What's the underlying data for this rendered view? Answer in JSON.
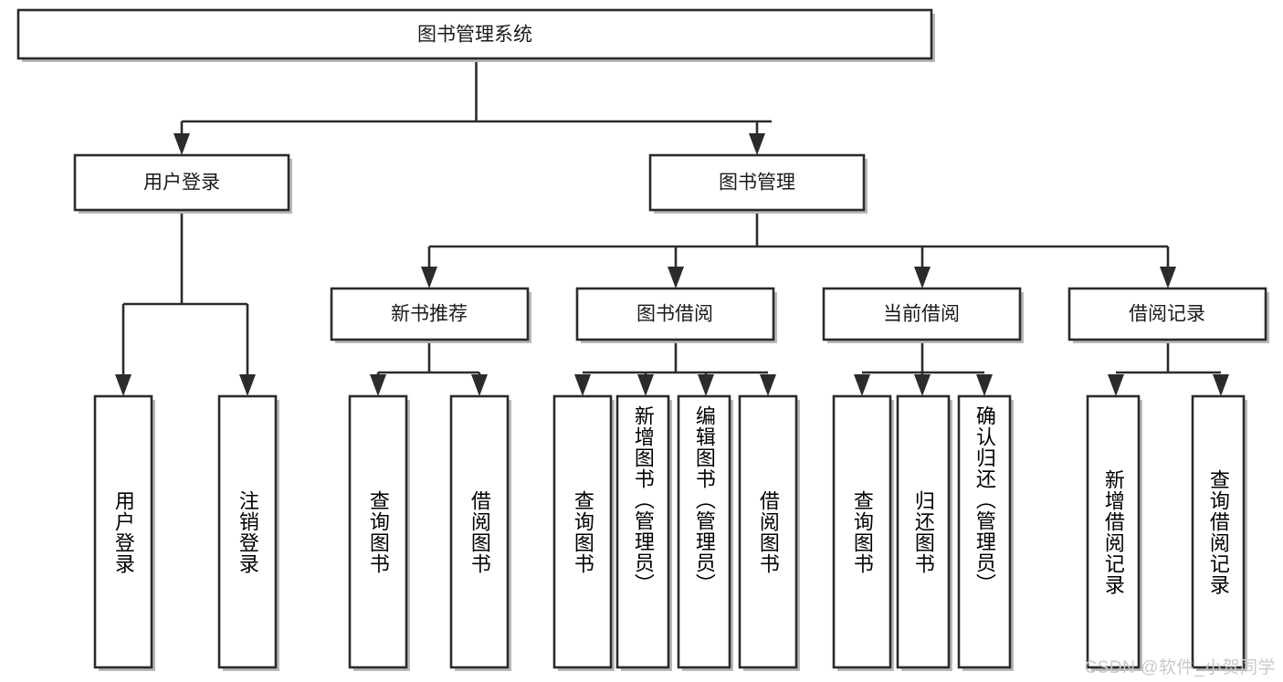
{
  "diagram": {
    "type": "tree-hierarchy",
    "title": "图书管理系统",
    "orientation": "top-down",
    "watermark": "CSDN @软件_小贺同学",
    "colors": {
      "box_stroke": "#2b2b2b",
      "box_fill": "#ffffff",
      "connector": "#2b2b2b",
      "background": "#ffffff",
      "watermark": "#c9c9c9"
    },
    "root": {
      "label": "图书管理系统"
    },
    "level2": [
      {
        "label": "用户登录"
      },
      {
        "label": "图书管理"
      }
    ],
    "level3": [
      {
        "label": "新书推荐"
      },
      {
        "label": "图书借阅"
      },
      {
        "label": "当前借阅"
      },
      {
        "label": "借阅记录"
      }
    ],
    "leaves": {
      "user_login": [
        {
          "label": "用户登录"
        },
        {
          "label": "注销登录"
        }
      ],
      "new_book": [
        {
          "label": "查询图书"
        },
        {
          "label": "借阅图书"
        }
      ],
      "book_borrow": [
        {
          "label": "查询图书"
        },
        {
          "label": "新增图书（管理员）"
        },
        {
          "label": "编辑图书（管理员）"
        },
        {
          "label": "借阅图书"
        }
      ],
      "current_borrow": [
        {
          "label": "查询图书"
        },
        {
          "label": "归还图书"
        },
        {
          "label": "确认归还（管理员）"
        }
      ],
      "borrow_record": [
        {
          "label": "新增借阅记录"
        },
        {
          "label": "查询借阅记录"
        }
      ]
    }
  }
}
